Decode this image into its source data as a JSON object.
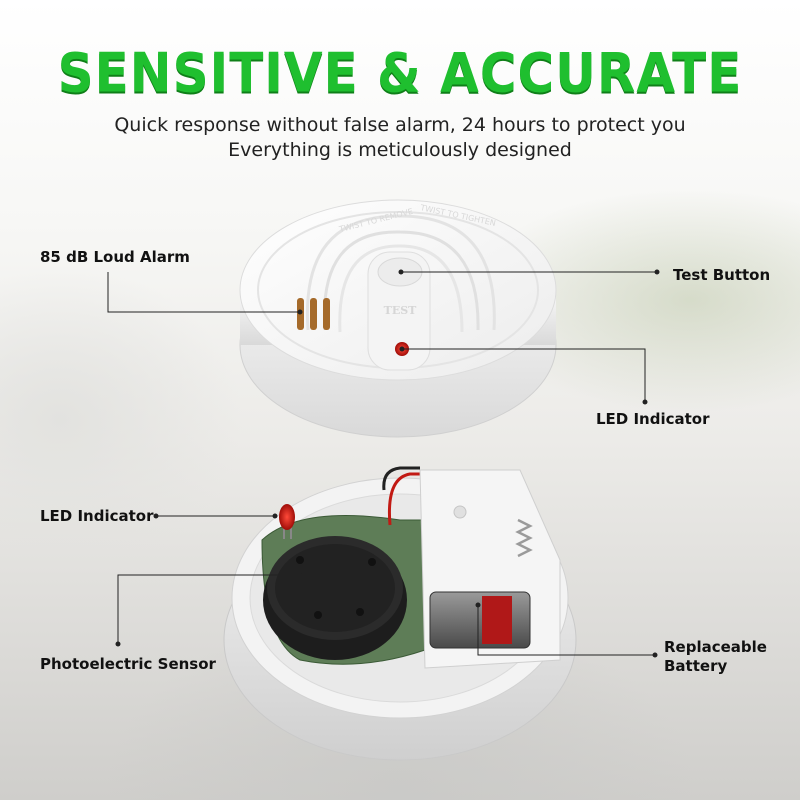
{
  "headline": "SENSITIVE & ACCURATE",
  "subtitle_line1": "Quick response without false alarm, 24 hours to protect you",
  "subtitle_line2": "Everything is meticulously designed",
  "product_text": {
    "test": "TEST",
    "twist_remove": "TWIST TO REMOVE",
    "twist_tighten": "TWIST TO TIGHTEN"
  },
  "callouts": {
    "loud_alarm": "85 dB Loud Alarm",
    "test_button": "Test Button",
    "led_indicator_top": "LED Indicator",
    "led_indicator_bottom": "LED Indicator",
    "photoelectric_sensor": "Photoelectric Sensor",
    "battery_line1": "Replaceable",
    "battery_line2": "Battery"
  },
  "colors": {
    "headline": "#1fbf2f",
    "led": "#e0201a"
  }
}
